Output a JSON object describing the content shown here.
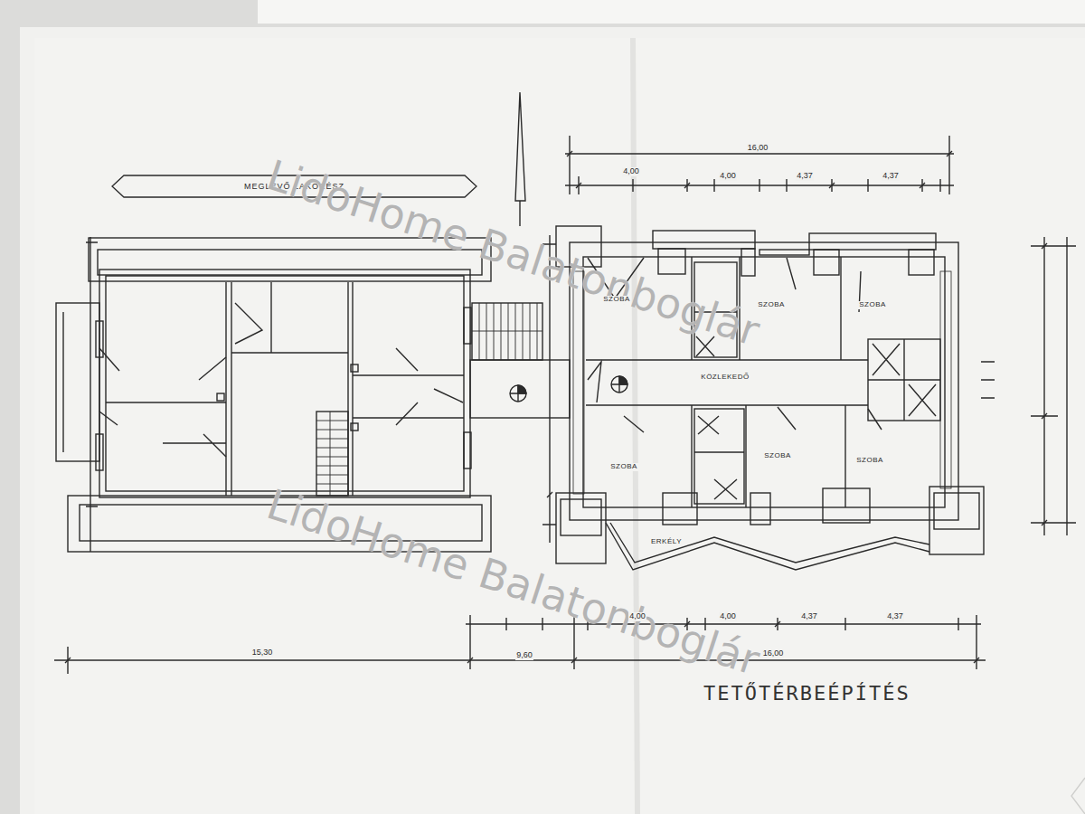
{
  "diagram": {
    "nodes": [
      {
        "text": [
          "MEGLÉVŐ LAKÓRÉSZ"
        ]
      }
    ],
    "labels": [
      "TETŐTÉRBEÉPÍTÉS",
      "LidoHome Balatonboglár",
      "LidoHome Balatonboglár",
      "SZOBA",
      "SZOBA",
      "SZOBA",
      "SZOBA",
      "SZOBA",
      "SZOBA",
      "KÖZLEKEDŐ",
      "ERKÉLY",
      "16,00",
      "4,00",
      "4,00",
      "4,37",
      "4,37",
      "15,30",
      "9,60",
      "16,00",
      "4,00",
      "4,00",
      "4,37",
      "4,37"
    ]
  }
}
